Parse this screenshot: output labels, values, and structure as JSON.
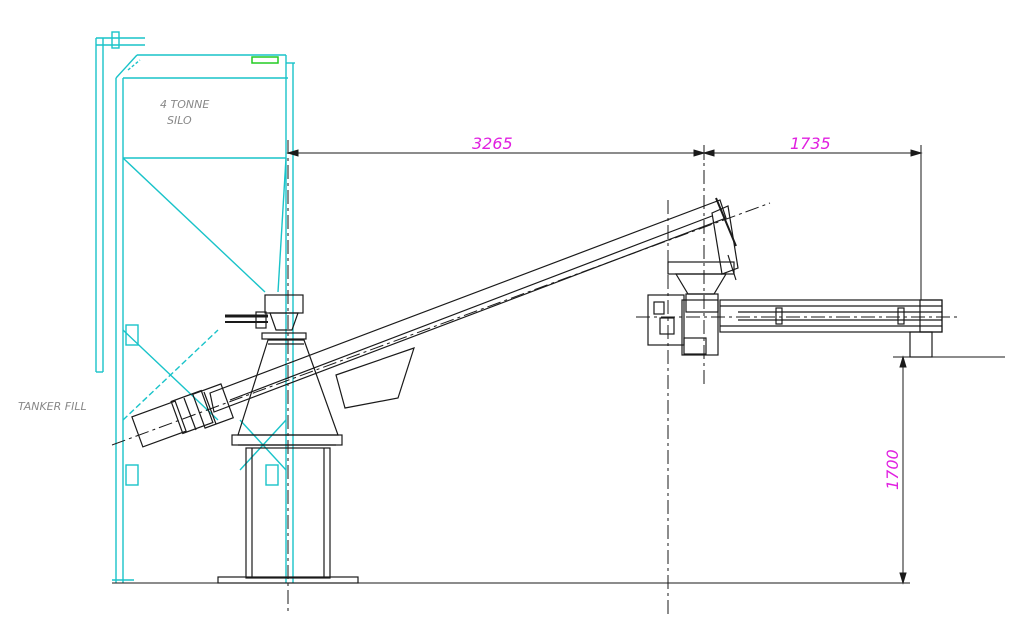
{
  "labels": {
    "silo_line1": "4 TONNE",
    "silo_line2": "SILO",
    "tanker_fill": "TANKER FILL"
  },
  "dimensions": {
    "dim_horizontal_1": "3265",
    "dim_horizontal_2": "1735",
    "dim_vertical": "1700"
  },
  "colors": {
    "silo": "#19c3c9",
    "outline": "#1a1a1a",
    "dimension_text": "#e020e0",
    "label_text": "#888888",
    "accent_green": "#22cc22"
  }
}
